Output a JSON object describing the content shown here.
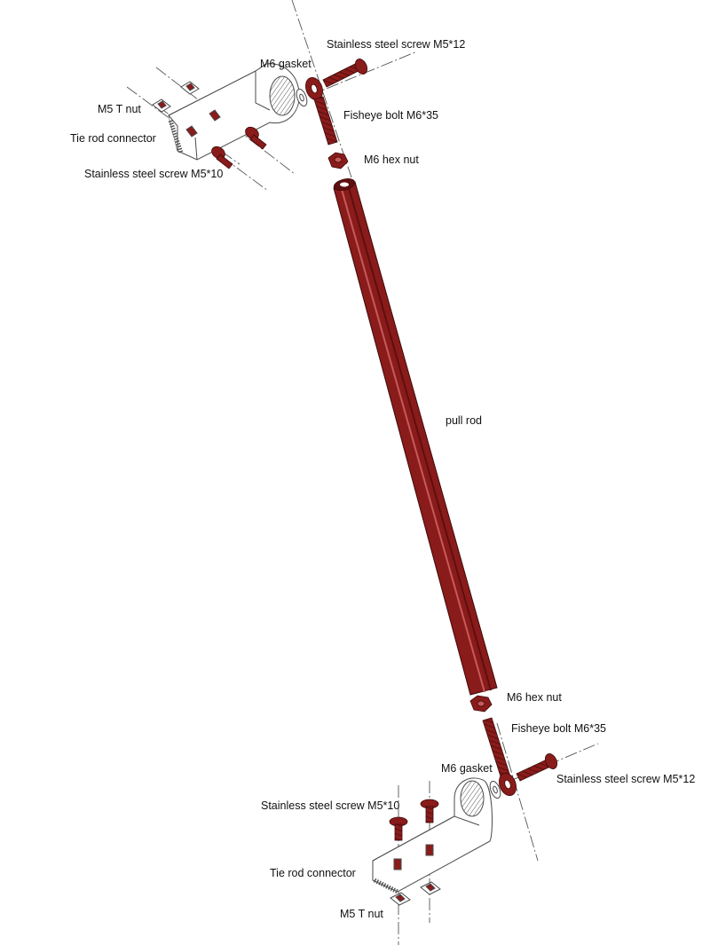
{
  "colors": {
    "part_fill": "#8a1b1b",
    "part_dark": "#5e0f0f",
    "part_light": "#c65a5a",
    "outline": "#4a4a4a",
    "axis": "#555555",
    "label": "#111111"
  },
  "labels": {
    "top": {
      "screw_m5_12": "Stainless steel screw M5*12",
      "gasket": "M6 gasket",
      "t_nut": "M5 T nut",
      "fisheye": "Fisheye bolt M6*35",
      "connector": "Tie rod connector",
      "hex_nut": "M6 hex nut",
      "screw_m5_10": "Stainless steel screw M5*10"
    },
    "rod": "pull rod",
    "bottom": {
      "hex_nut": "M6 hex nut",
      "fisheye": "Fisheye bolt M6*35",
      "gasket": "M6 gasket",
      "screw_m5_12": "Stainless steel screw M5*12",
      "screw_m5_10": "Stainless steel screw M5*10",
      "connector": "Tie rod connector",
      "t_nut": "M5 T nut"
    }
  }
}
